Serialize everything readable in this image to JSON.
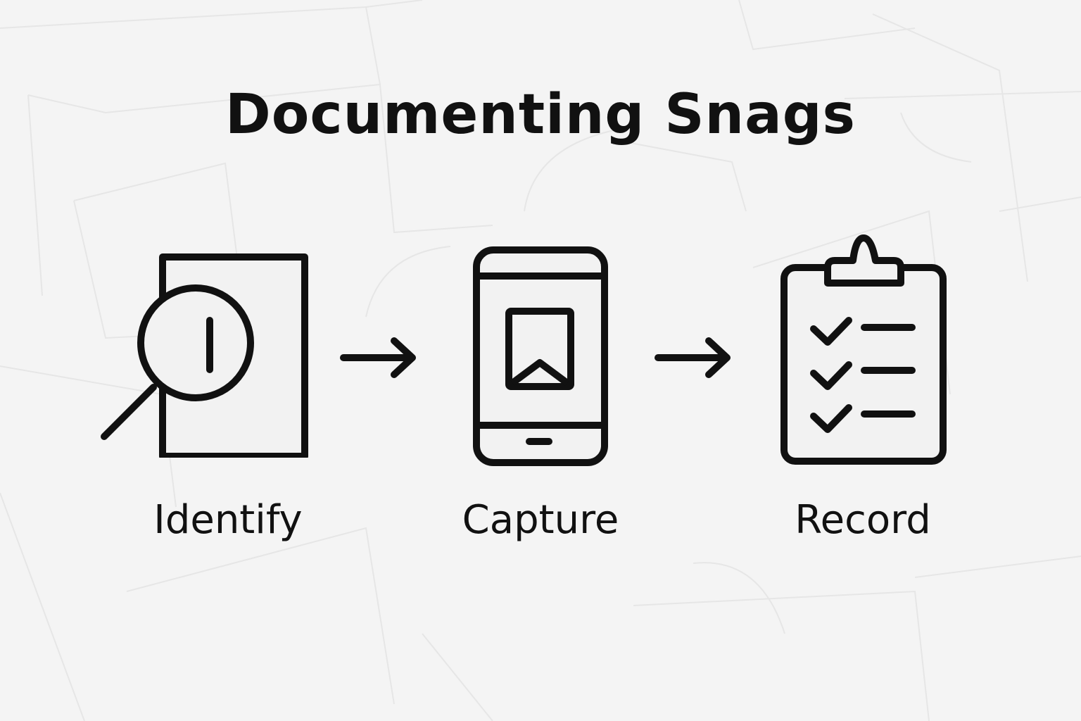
{
  "title": "Documenting Snags",
  "steps": [
    {
      "label": "Identify",
      "icon": "magnifier-document-icon"
    },
    {
      "label": "Capture",
      "icon": "smartphone-photo-icon"
    },
    {
      "label": "Record",
      "icon": "clipboard-checklist-icon"
    }
  ],
  "connectors": [
    {
      "icon": "arrow-right-icon"
    },
    {
      "icon": "arrow-right-icon"
    }
  ],
  "colors": {
    "background": "#f4f4f4",
    "stroke": "#111111",
    "icon_fill": "#f2f2f2",
    "blueprint_lines": "#e6e6e6"
  }
}
